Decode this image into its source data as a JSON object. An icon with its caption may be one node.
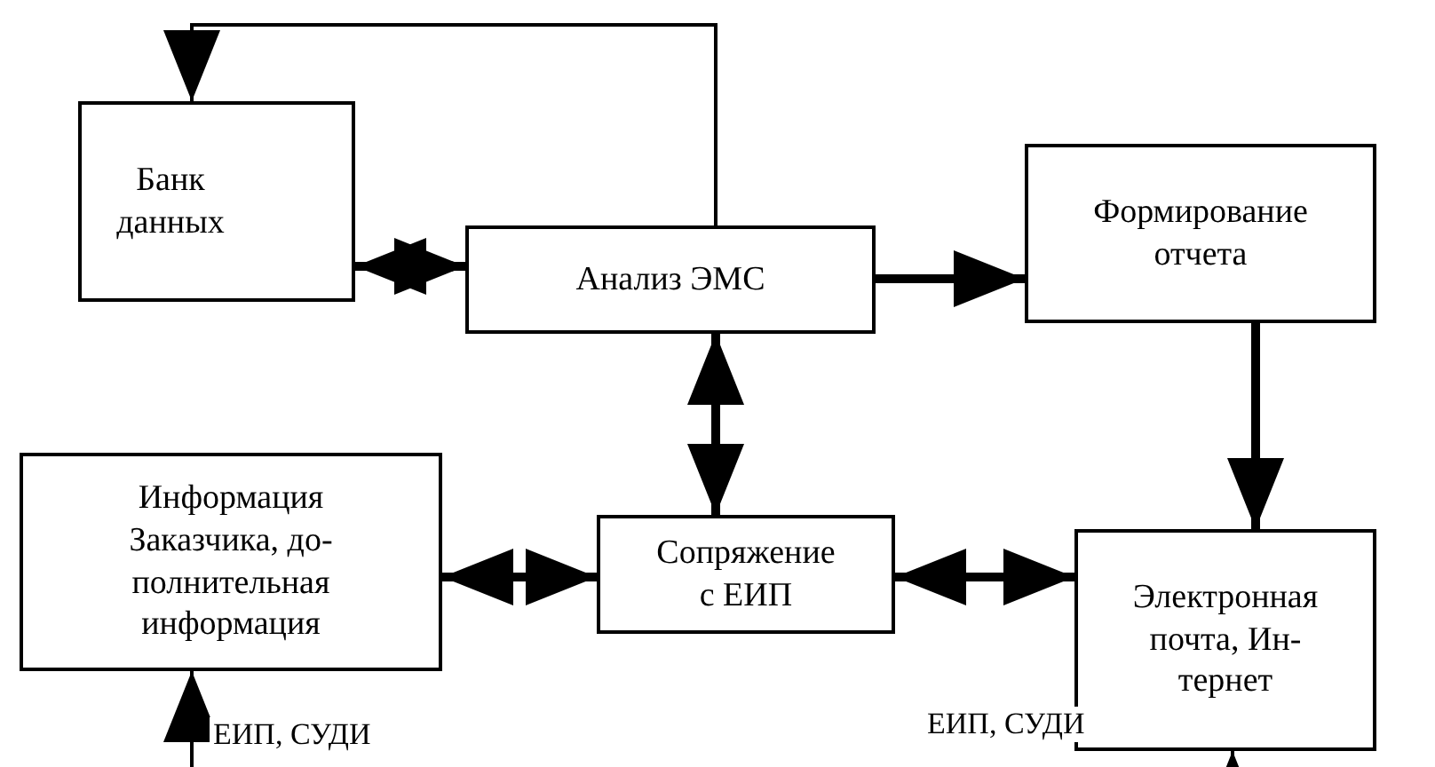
{
  "diagram": {
    "nodes": [
      {
        "text": [
          "Банк данных"
        ]
      },
      {
        "text": [
          "Анализ ЭМС"
        ]
      },
      {
        "text": [
          "Формирование отчета"
        ]
      },
      {
        "text": [
          "Информация Заказчика, до- полнительная информация"
        ]
      },
      {
        "text": [
          "Сопряжение с ЕИП"
        ]
      },
      {
        "text": [
          "Электронная почта, Ин- тернет"
        ]
      }
    ],
    "edges": [
      {
        "from": 1,
        "to": 0,
        "arrow": "to"
      },
      {
        "from": 0,
        "to": 1,
        "arrow": "both"
      },
      {
        "from": 1,
        "to": 2,
        "arrow": "to"
      },
      {
        "from": 1,
        "to": 4,
        "arrow": "both"
      },
      {
        "from": 2,
        "to": 5,
        "arrow": "to"
      },
      {
        "from": 3,
        "to": 4,
        "arrow": "both"
      },
      {
        "from": 4,
        "to": 5,
        "arrow": "both"
      },
      {
        "from": null,
        "to": 3,
        "arrow": "to",
        "label": "ЕИП, СУДИ"
      },
      {
        "from": null,
        "to": 5,
        "arrow": "to",
        "label": "ЕИП, СУДИ"
      }
    ]
  }
}
